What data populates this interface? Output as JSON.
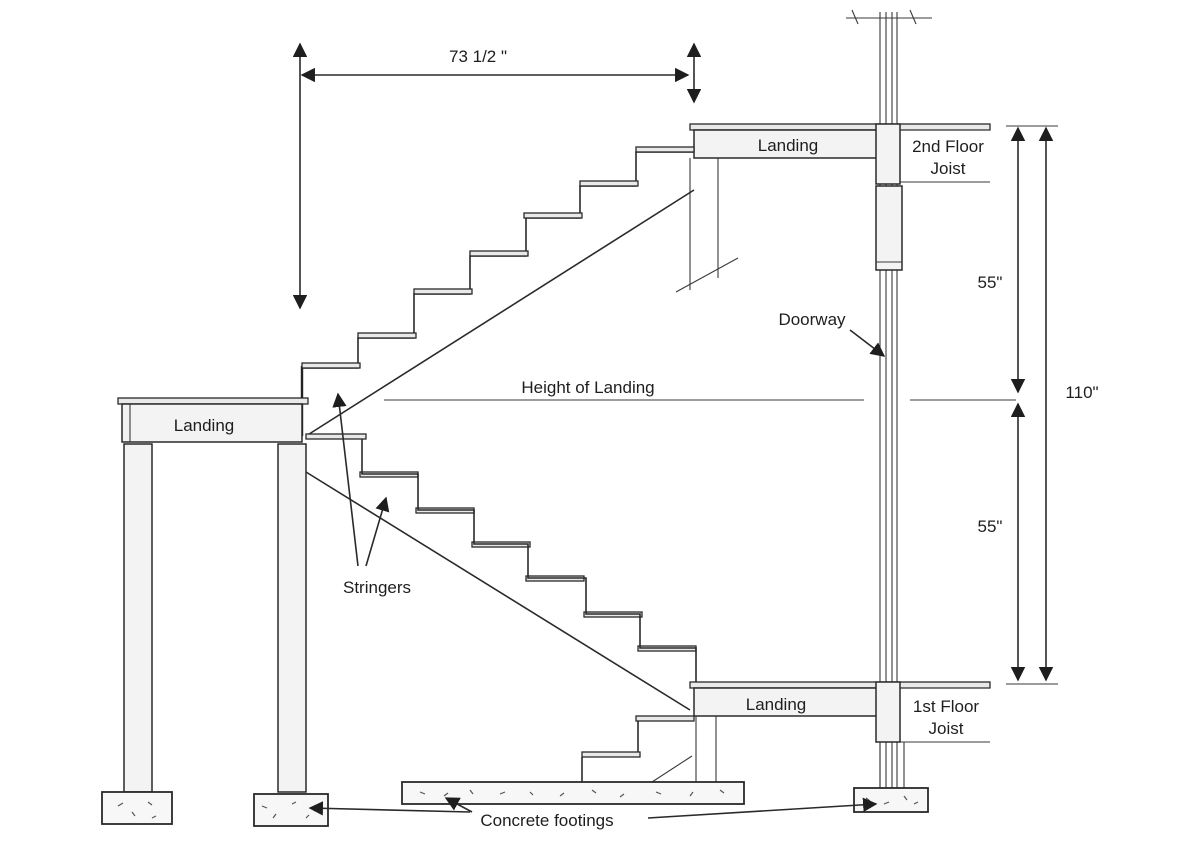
{
  "labels": {
    "top_width": "73 1/2 \"",
    "landing_upper": "Landing",
    "second_floor_joist_line1": "2nd Floor",
    "second_floor_joist_line2": "Joist",
    "landing_mid": "Landing",
    "height_of_landing": "Height of Landing",
    "doorway": "Doorway",
    "rise_upper": "55\"",
    "rise_lower": "55\"",
    "rise_total": "110\"",
    "stringers": "Stringers",
    "landing_lower": "Landing",
    "first_floor_joist_line1": "1st Floor",
    "first_floor_joist_line2": "Joist",
    "concrete_footings": "Concrete footings"
  }
}
